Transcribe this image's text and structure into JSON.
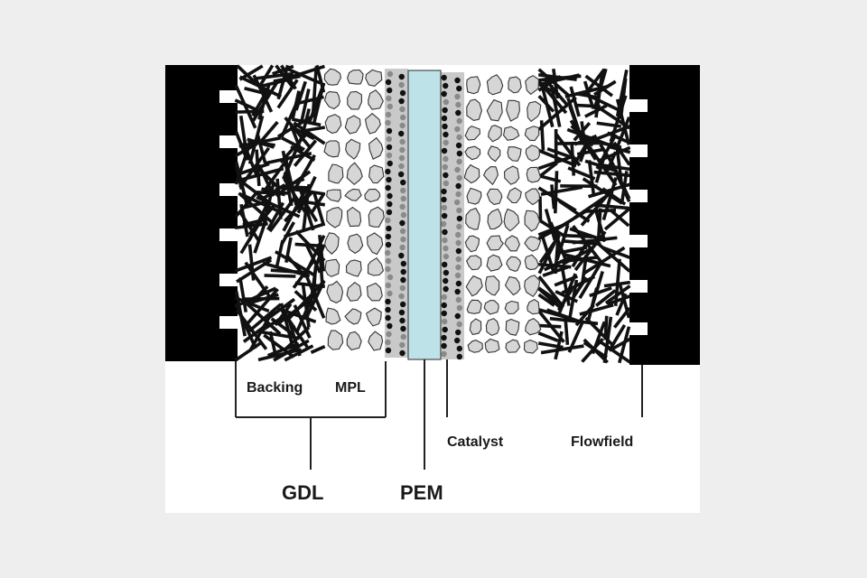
{
  "colors": {
    "background": "#eeeeee",
    "panel": "#ffffff",
    "flowfield": "#000000",
    "fiber": "#111111",
    "mpl_particle": "#d6d6d6",
    "membrane": "#bde3e8",
    "catalyst_dark": "#111111",
    "catalyst_gray": "#8a8a8a"
  },
  "labels": {
    "backing": "Backing",
    "mpl": "MPL",
    "catalyst": "Catalyst",
    "flowfield": "Flowfield",
    "gdl": "GDL",
    "pem": "PEM"
  }
}
